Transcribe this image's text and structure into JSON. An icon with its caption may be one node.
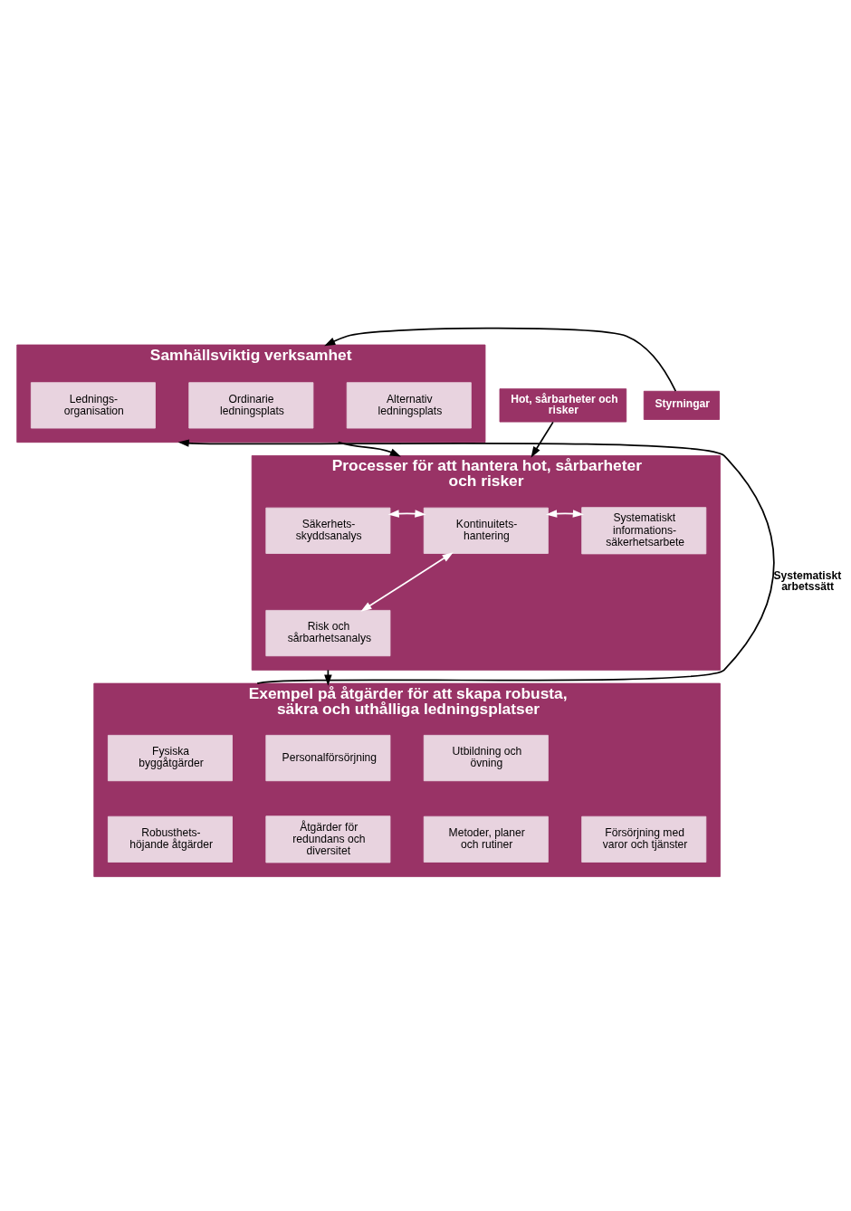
{
  "diagram": {
    "nodes": [
      {
        "text": [
          "Samhällsviktig verksamhet"
        ]
      },
      {
        "text": [
          "Lednings- organisation"
        ],
        "in": 0
      },
      {
        "text": [
          "Ordinarie ledningsplats"
        ],
        "in": 0
      },
      {
        "text": [
          "Alternativ ledningsplats"
        ],
        "in": 0
      },
      {
        "text": [
          "Styrningar"
        ]
      },
      {
        "text": [
          "Hot, sårbarheter och risker"
        ]
      },
      {
        "text": [
          "Processer för att hantera hot, sårbarheter och risker"
        ]
      },
      {
        "text": [
          "Säkerhets- skyddsanalys"
        ],
        "in": 6
      },
      {
        "text": [
          "Risk och sårbarhetsanalys"
        ],
        "in": 6
      },
      {
        "text": [
          "Kontinuitets- hantering"
        ],
        "in": 6
      },
      {
        "text": [
          "Systematiskt informations- säkerhetsarbete"
        ],
        "in": 6
      },
      {
        "text": [
          "Exempel på åtgärder för att skapa robusta, säkra och uthålliga ledningsplatser"
        ]
      },
      {
        "text": [
          "Fysiska byggåtgärder"
        ],
        "in": 11
      },
      {
        "text": [
          "Personalförsörjning"
        ],
        "in": 11
      },
      {
        "text": [
          "Utbildning och övning"
        ],
        "in": 11
      },
      {
        "text": [
          "Robusthets- höjande åtgärder"
        ],
        "in": 11
      },
      {
        "text": [
          "Åtgärder för redundans och diversitet"
        ],
        "in": 11
      },
      {
        "text": [
          "Metoder, planer och rutiner"
        ],
        "in": 11
      },
      {
        "text": [
          "Försörjning med varor och tjänster"
        ],
        "in": 11
      }
    ],
    "edges": [
      {
        "from": 4,
        "to": 0,
        "arrow": "to"
      },
      {
        "from": 11,
        "to": 0,
        "arrow": "to",
        "label": "Systematiskt arbetssätt"
      },
      {
        "from": 0,
        "to": 6,
        "arrow": "to"
      },
      {
        "from": 5,
        "to": 6,
        "arrow": "to"
      },
      {
        "from": 7,
        "to": 9,
        "arrow": "both",
        "color": "#ffffff"
      },
      {
        "from": 8,
        "to": 9,
        "arrow": "both",
        "color": "#ffffff"
      },
      {
        "from": 9,
        "to": 10,
        "arrow": "both",
        "color": "#ffffff"
      },
      {
        "from": 6,
        "to": 11,
        "arrow": "to"
      }
    ]
  }
}
